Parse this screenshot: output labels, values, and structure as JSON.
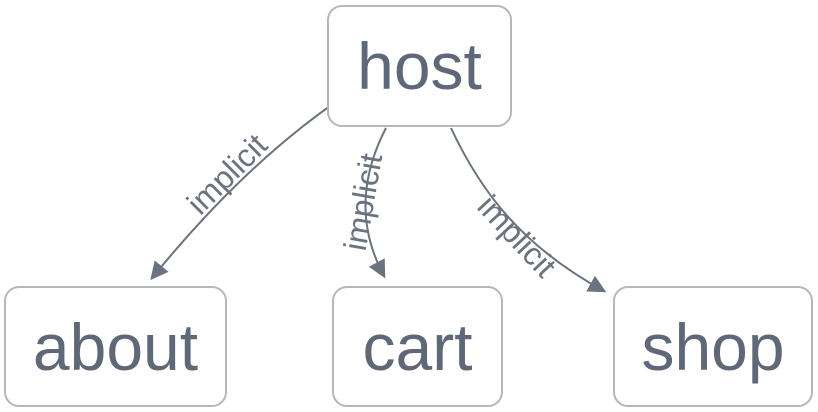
{
  "diagram": {
    "type": "flowchart",
    "direction": "top-down",
    "nodes": [
      {
        "id": "host",
        "label": "host"
      },
      {
        "id": "about",
        "label": "about"
      },
      {
        "id": "cart",
        "label": "cart"
      },
      {
        "id": "shop",
        "label": "shop"
      }
    ],
    "edges": [
      {
        "from": "host",
        "to": "about",
        "label": "implicit",
        "arrow": "filled-triangle"
      },
      {
        "from": "host",
        "to": "cart",
        "label": "implicit",
        "arrow": "filled-triangle"
      },
      {
        "from": "host",
        "to": "shop",
        "label": "implicit",
        "arrow": "filled-triangle"
      }
    ],
    "colors": {
      "background": "#ffffff",
      "node_fill": "#ffffff",
      "node_border": "#b4b7bb",
      "node_text": "#5f6878",
      "edge_stroke": "#6b7280",
      "edge_label_text": "#6b7280"
    }
  }
}
